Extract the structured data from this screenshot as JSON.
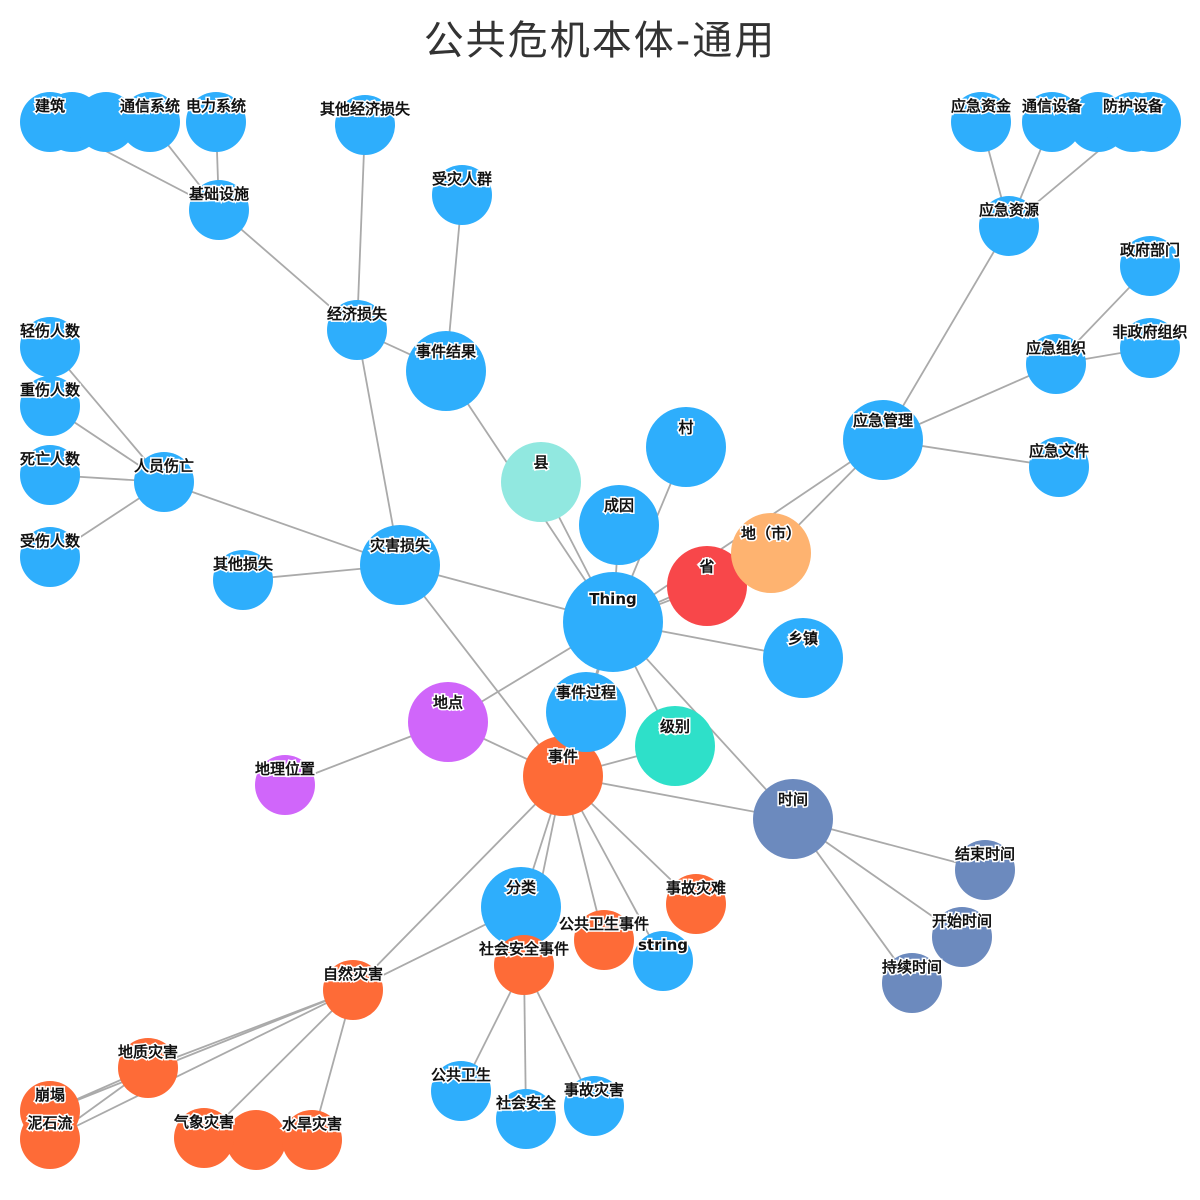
{
  "title": "公共危机本体-通用",
  "colors": {
    "blue": "#2eaefc",
    "orange": "#fe6b37",
    "red": "#f8474a",
    "peach": "#feb370",
    "teal": "#91e8e0",
    "green": "#2ee0c9",
    "purple": "#d066fa",
    "slate": "#6c8abe",
    "edge": "#aaaaaa"
  },
  "nodes": [
    {
      "id": "Thing",
      "label": "Thing",
      "color": "blue"
    },
    {
      "id": "shijian",
      "label": "事件",
      "color": "orange"
    },
    {
      "id": "didian",
      "label": "地点",
      "color": "purple"
    },
    {
      "id": "dilizhi",
      "label": "地理位置",
      "color": "purple"
    },
    {
      "id": "shijian_t",
      "label": "时间",
      "color": "slate"
    },
    {
      "id": "jieshu",
      "label": "结束时间",
      "color": "slate"
    },
    {
      "id": "kaishi",
      "label": "开始时间",
      "color": "slate"
    },
    {
      "id": "chixu",
      "label": "持续时间",
      "color": "slate"
    },
    {
      "id": "jibie",
      "label": "级别",
      "color": "green"
    },
    {
      "id": "xian",
      "label": "县",
      "color": "teal"
    },
    {
      "id": "sheng",
      "label": "省",
      "color": "red"
    },
    {
      "id": "dishi",
      "label": "地（市）",
      "color": "peach"
    },
    {
      "id": "cun",
      "label": "村",
      "color": "blue"
    },
    {
      "id": "chengyin",
      "label": "成因",
      "color": "blue"
    },
    {
      "id": "xiangzhen",
      "label": "乡镇",
      "color": "blue"
    },
    {
      "id": "guocheng",
      "label": "事件过程",
      "color": "blue"
    },
    {
      "id": "fenlei",
      "label": "分类",
      "color": "blue"
    },
    {
      "id": "string",
      "label": "string",
      "color": "blue"
    },
    {
      "id": "shigu",
      "label": "事故灾难",
      "color": "orange"
    },
    {
      "id": "gonggong",
      "label": "公共卫生事件",
      "color": "orange"
    },
    {
      "id": "shehui",
      "label": "社会安全事件",
      "color": "orange"
    },
    {
      "id": "ziran",
      "label": "自然灾害",
      "color": "orange"
    },
    {
      "id": "dizhi",
      "label": "地质灾害",
      "color": "orange"
    },
    {
      "id": "bengta",
      "label": "崩塌",
      "color": "orange"
    },
    {
      "id": "nishiliu",
      "label": "泥石流",
      "color": "orange"
    },
    {
      "id": "qixiang",
      "label": "气象灾害",
      "color": "orange"
    },
    {
      "id": "shuihan",
      "label": "水旱灾害",
      "color": "orange"
    },
    {
      "id": "gwei",
      "label": "公共卫生",
      "color": "blue"
    },
    {
      "id": "shan",
      "label": "社会安全",
      "color": "blue"
    },
    {
      "id": "shigu2",
      "label": "事故灾害",
      "color": "blue"
    },
    {
      "id": "zaihai",
      "label": "灾害损失",
      "color": "blue"
    },
    {
      "id": "qitasun",
      "label": "其他损失",
      "color": "blue"
    },
    {
      "id": "renyuan",
      "label": "人员伤亡",
      "color": "blue"
    },
    {
      "id": "qingshang",
      "label": "轻伤人数",
      "color": "blue"
    },
    {
      "id": "zhongshang",
      "label": "重伤人数",
      "color": "blue"
    },
    {
      "id": "siwang",
      "label": "死亡人数",
      "color": "blue"
    },
    {
      "id": "shoushang",
      "label": "受伤人数",
      "color": "blue"
    },
    {
      "id": "jingji",
      "label": "经济损失",
      "color": "blue"
    },
    {
      "id": "jichu",
      "label": "基础设施",
      "color": "blue"
    },
    {
      "id": "jianzhu",
      "label": "建筑",
      "color": "blue"
    },
    {
      "id": "tongxin",
      "label": "通信系统",
      "color": "blue"
    },
    {
      "id": "dianli",
      "label": "电力系统",
      "color": "blue"
    },
    {
      "id": "qitajingji",
      "label": "其他经济损失",
      "color": "blue"
    },
    {
      "id": "jieguo",
      "label": "事件结果",
      "color": "blue"
    },
    {
      "id": "shouzai",
      "label": "受灾人群",
      "color": "blue"
    },
    {
      "id": "yingji",
      "label": "应急管理",
      "color": "blue"
    },
    {
      "id": "ziyuan",
      "label": "应急资源",
      "color": "blue"
    },
    {
      "id": "zijin",
      "label": "应急资金",
      "color": "blue"
    },
    {
      "id": "txsb",
      "label": "通信设备",
      "color": "blue"
    },
    {
      "id": "fanghu",
      "label": "防护设备",
      "color": "blue"
    },
    {
      "id": "zuzhi",
      "label": "应急组织",
      "color": "blue"
    },
    {
      "id": "zhengfu",
      "label": "政府部门",
      "color": "blue"
    },
    {
      "id": "feizhengfu",
      "label": "非政府组织",
      "color": "blue"
    },
    {
      "id": "wenjian",
      "label": "应急文件",
      "color": "blue"
    }
  ],
  "edges": [
    [
      "Thing",
      "shijian"
    ],
    [
      "Thing",
      "didian"
    ],
    [
      "Thing",
      "shijian_t"
    ],
    [
      "Thing",
      "jibie"
    ],
    [
      "Thing",
      "xian"
    ],
    [
      "Thing",
      "sheng"
    ],
    [
      "Thing",
      "dishi"
    ],
    [
      "Thing",
      "cun"
    ],
    [
      "Thing",
      "chengyin"
    ],
    [
      "Thing",
      "xiangzhen"
    ],
    [
      "Thing",
      "guocheng"
    ],
    [
      "Thing",
      "zaihai"
    ],
    [
      "Thing",
      "jieguo"
    ],
    [
      "Thing",
      "yingji"
    ],
    [
      "didian",
      "dilizhi"
    ],
    [
      "didian",
      "shijian"
    ],
    [
      "shijian_t",
      "jieshu"
    ],
    [
      "shijian_t",
      "kaishi"
    ],
    [
      "shijian_t",
      "chixu"
    ],
    [
      "shijian_t",
      "shijian"
    ],
    [
      "shijian",
      "jibie"
    ],
    [
      "shijian",
      "fenlei"
    ],
    [
      "shijian",
      "string"
    ],
    [
      "shijian",
      "shigu"
    ],
    [
      "shijian",
      "gonggong"
    ],
    [
      "shijian",
      "shehui"
    ],
    [
      "shijian",
      "ziran"
    ],
    [
      "shijian",
      "zaihai"
    ],
    [
      "shijian",
      "guocheng"
    ],
    [
      "fenlei",
      "ziran"
    ],
    [
      "ziran",
      "dizhi"
    ],
    [
      "ziran",
      "qixiang"
    ],
    [
      "ziran",
      "shuihan"
    ],
    [
      "ziran",
      "nishiliu"
    ],
    [
      "ziran",
      "bengta"
    ],
    [
      "dizhi",
      "bengta"
    ],
    [
      "dizhi",
      "nishiliu"
    ],
    [
      "shehui",
      "gwei"
    ],
    [
      "shehui",
      "shan"
    ],
    [
      "shehui",
      "shigu2"
    ],
    [
      "zaihai",
      "qitasun"
    ],
    [
      "zaihai",
      "renyuan"
    ],
    [
      "zaihai",
      "jingji"
    ],
    [
      "renyuan",
      "qingshang"
    ],
    [
      "renyuan",
      "zhongshang"
    ],
    [
      "renyuan",
      "siwang"
    ],
    [
      "renyuan",
      "shoushang"
    ],
    [
      "jingji",
      "jichu"
    ],
    [
      "jingji",
      "qitajingji"
    ],
    [
      "jingji",
      "jieguo"
    ],
    [
      "jichu",
      "jianzhu"
    ],
    [
      "jichu",
      "tongxin"
    ],
    [
      "jichu",
      "dianli"
    ],
    [
      "jieguo",
      "shouzai"
    ],
    [
      "yingji",
      "ziyuan"
    ],
    [
      "yingji",
      "zuzhi"
    ],
    [
      "yingji",
      "wenjian"
    ],
    [
      "yingji",
      "dishi"
    ],
    [
      "ziyuan",
      "zijin"
    ],
    [
      "ziyuan",
      "txsb"
    ],
    [
      "ziyuan",
      "fanghu"
    ],
    [
      "zuzhi",
      "zhengfu"
    ],
    [
      "zuzhi",
      "feizhengfu"
    ]
  ]
}
